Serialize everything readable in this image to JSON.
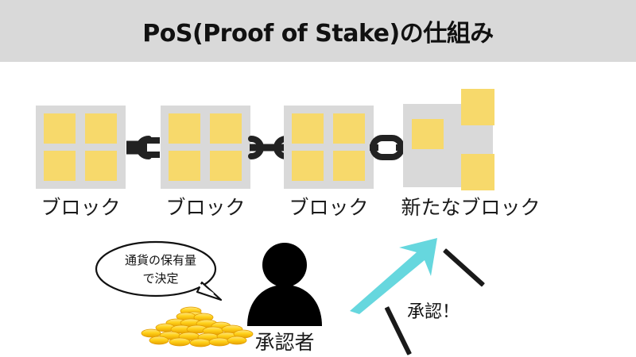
{
  "header": {
    "title": "PoS(Proof of Stake)の仕組み",
    "band_color": "#d9d9d9",
    "text_color": "#111111"
  },
  "colors": {
    "block_gray": "#d9d9d9",
    "cell_yellow": "#f7d96b",
    "arrow_cyan": "#66d7de",
    "outline_black": "#1a1a1a",
    "coin_gold": "#ffd02a",
    "coin_gold_dark": "#f0a800",
    "page_background": "#ffffff"
  },
  "chain": {
    "blocks": [
      {
        "label": "ブロック",
        "cells": 4,
        "state": "confirmed"
      },
      {
        "label": "ブロック",
        "cells": 4,
        "state": "confirmed"
      },
      {
        "label": "ブロック",
        "cells": 4,
        "state": "confirmed"
      },
      {
        "label": "新たなブロック",
        "cells": 3,
        "state": "pending"
      }
    ],
    "links": [
      {
        "name": "chain-link-1",
        "style": "hook-open"
      },
      {
        "name": "chain-link-2",
        "style": "hook-cross"
      },
      {
        "name": "chain-link-3",
        "style": "closed-oval"
      }
    ]
  },
  "validator": {
    "label": "承認者",
    "bubble": {
      "line1": "通貨の保有量",
      "line2": "で決定"
    },
    "coins_alt": "gold-coin-pile"
  },
  "approval": {
    "label": "承認！",
    "arrow_alt": "approval-arrow",
    "emphasis_marks": 2
  }
}
